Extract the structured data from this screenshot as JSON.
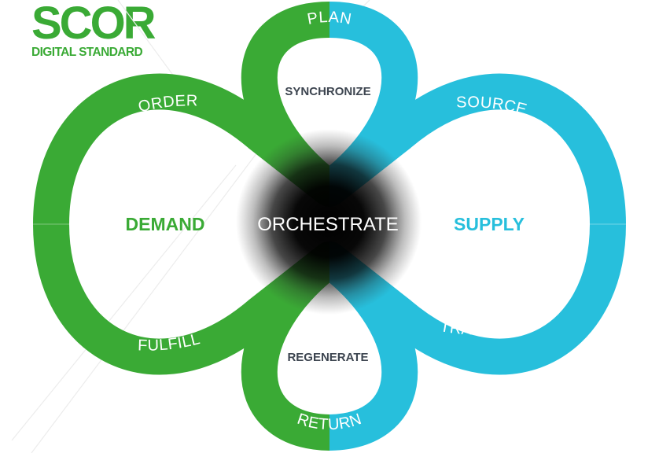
{
  "logo": {
    "brand": "SCOR",
    "subtitle": "DIGITAL STANDARD"
  },
  "colors": {
    "green": "#3aaa35",
    "cyan": "#27bfdc",
    "dark_text": "#3d4550",
    "center": "#000000"
  },
  "diagram": {
    "center": "ORCHESTRATE",
    "left_loop": "DEMAND",
    "right_loop": "SUPPLY",
    "top_loop": "SYNCHRONIZE",
    "bottom_loop": "REGENERATE",
    "processes": {
      "plan": "PLAN",
      "order": "ORDER",
      "source": "SOURCE",
      "fulfill": "FULFILL",
      "transform": "TRANSFORM",
      "return": "RETURN"
    }
  }
}
